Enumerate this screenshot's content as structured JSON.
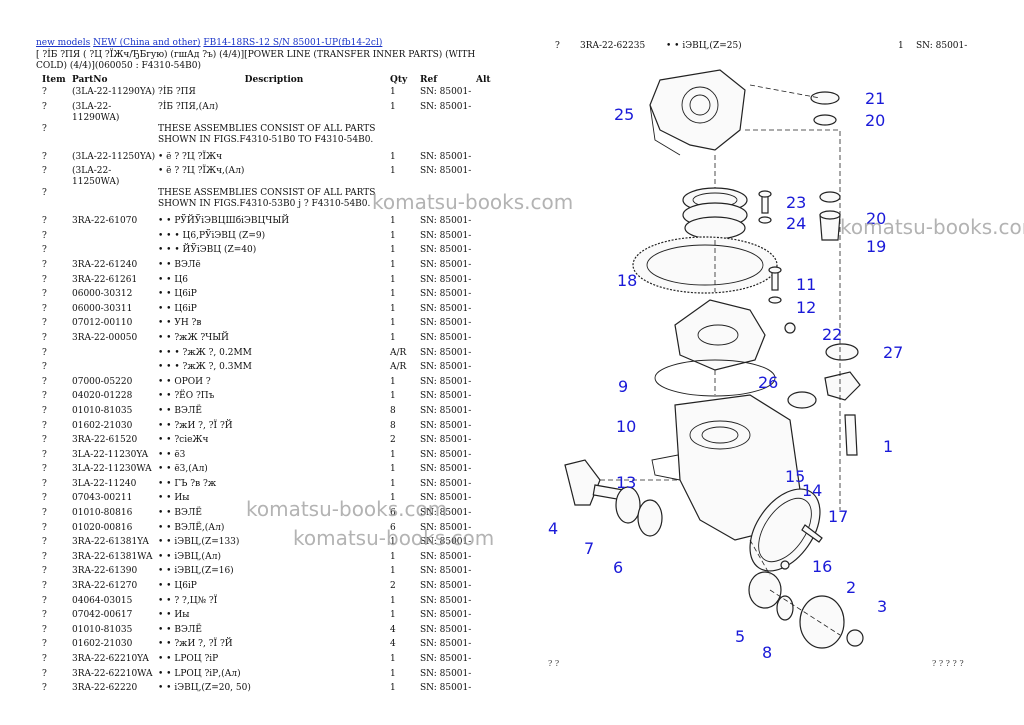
{
  "breadcrumb": {
    "link1": "new models",
    "link2": "NEW (China and other)",
    "link3": "FB14-18RS-12 S/N 85001-UP(fb14-2cl)"
  },
  "page_title": "[ ?İБ ?ПЯ ( ?Ц ?ЇЖч/ЂБгую) (гшАд ?ъ) (4/4)][POWER LINE (TRANSFER INNER PARTS) (WITH COLD) (4/4)](060050 : F4310-54B0)",
  "table": {
    "headers": [
      "Item",
      "PartNo",
      "Description",
      "Qty",
      "Ref",
      "Alt"
    ],
    "rows": [
      {
        "item": "?",
        "part": "(3LA-22-11290YA)",
        "desc": "?İБ ?ПЯ",
        "qty": "1",
        "ref": "SN: 85001-",
        "alt": ""
      },
      {
        "item": "?",
        "part": "(3LA-22-11290WA)",
        "desc": "?İБ ?ПЯ,(Ал)",
        "qty": "1",
        "ref": "SN: 85001-",
        "alt": ""
      },
      {
        "item": "?",
        "part": "",
        "desc": "THESE ASSEMBLIES CONSIST OF ALL PARTS SHOWN IN FIGS.F4310-51B0 TO F4310-54B0.",
        "qty": "",
        "ref": "",
        "alt": "",
        "tall": true
      },
      {
        "item": "?",
        "part": "(3LA-22-11250YA)",
        "desc": "• ё ? ?Ц ?ЇЖч",
        "qty": "1",
        "ref": "SN: 85001-",
        "alt": ""
      },
      {
        "item": "?",
        "part": "(3LA-22-11250WA)",
        "desc": "• ё ? ?Ц ?ЇЖч,(Ал)",
        "qty": "1",
        "ref": "SN: 85001-",
        "alt": ""
      },
      {
        "item": "?",
        "part": "",
        "desc": "THESE ASSEMBLIES CONSIST OF ALL PARTS SHOWN IN FIGS.F4310-53B0 ј ? F4310-54B0.",
        "qty": "",
        "ref": "",
        "alt": "",
        "tall": true
      },
      {
        "item": "?",
        "part": "3RA-22-61070",
        "desc": "• • РЎЙЎіЭВЦШбіЭВЦЧЫЙ",
        "qty": "1",
        "ref": "SN: 85001-",
        "alt": ""
      },
      {
        "item": "?",
        "part": "",
        "desc": "• • • Ц6,РЎіЭВЦ (Z=9)",
        "qty": "1",
        "ref": "SN: 85001-",
        "alt": ""
      },
      {
        "item": "?",
        "part": "",
        "desc": "• • • ЙЎіЭВЦ (Z=40)",
        "qty": "1",
        "ref": "SN: 85001-",
        "alt": ""
      },
      {
        "item": "?",
        "part": "3RA-22-61240",
        "desc": "• • ВЭЛё",
        "qty": "1",
        "ref": "SN: 85001-",
        "alt": ""
      },
      {
        "item": "?",
        "part": "3RA-22-61261",
        "desc": "• • Ц6",
        "qty": "1",
        "ref": "SN: 85001-",
        "alt": ""
      },
      {
        "item": "?",
        "part": "06000-30312",
        "desc": "• • Ц6іР",
        "qty": "1",
        "ref": "SN: 85001-",
        "alt": ""
      },
      {
        "item": "?",
        "part": "06000-30311",
        "desc": "• • Ц6іР",
        "qty": "1",
        "ref": "SN: 85001-",
        "alt": ""
      },
      {
        "item": "?",
        "part": "07012-00110",
        "desc": "• • УН ?в",
        "qty": "1",
        "ref": "SN: 85001-",
        "alt": ""
      },
      {
        "item": "?",
        "part": "3RA-22-00050",
        "desc": "• • ?жЖ ?ЧЫЙ",
        "qty": "1",
        "ref": "SN: 85001-",
        "alt": ""
      },
      {
        "item": "?",
        "part": "",
        "desc": "• • • ?жЖ ?, 0.2MM",
        "qty": "A/R",
        "ref": "SN: 85001-",
        "alt": ""
      },
      {
        "item": "?",
        "part": "",
        "desc": "• • • ?жЖ ?, 0.3MM",
        "qty": "A/R",
        "ref": "SN: 85001-",
        "alt": ""
      },
      {
        "item": "?",
        "part": "07000-05220",
        "desc": "• • ОРОИ ?",
        "qty": "1",
        "ref": "SN: 85001-",
        "alt": ""
      },
      {
        "item": "?",
        "part": "04020-01228",
        "desc": "• • ?ЁО ?Пъ",
        "qty": "1",
        "ref": "SN: 85001-",
        "alt": ""
      },
      {
        "item": "?",
        "part": "01010-81035",
        "desc": "• • ВЭЛЁ",
        "qty": "8",
        "ref": "SN: 85001-",
        "alt": ""
      },
      {
        "item": "?",
        "part": "01602-21030",
        "desc": "• • ?жИ ?, ?Ї ?Й",
        "qty": "8",
        "ref": "SN: 85001-",
        "alt": ""
      },
      {
        "item": "?",
        "part": "3RA-22-61520",
        "desc": "• • ?сіеЖч",
        "qty": "2",
        "ref": "SN: 85001-",
        "alt": ""
      },
      {
        "item": "?",
        "part": "3LA-22-11230YA",
        "desc": "• • ё3",
        "qty": "1",
        "ref": "SN: 85001-",
        "alt": ""
      },
      {
        "item": "?",
        "part": "3LA-22-11230WA",
        "desc": "• • ё3,(Ал)",
        "qty": "1",
        "ref": "SN: 85001-",
        "alt": ""
      },
      {
        "item": "?",
        "part": "3LA-22-11240",
        "desc": "• • ГЪ ?в ?ж",
        "qty": "1",
        "ref": "SN: 85001-",
        "alt": ""
      },
      {
        "item": "?",
        "part": "07043-00211",
        "desc": "• • Иы",
        "qty": "1",
        "ref": "SN: 85001-",
        "alt": ""
      },
      {
        "item": "?",
        "part": "01010-80816",
        "desc": "• • ВЭЛЁ",
        "qty": "6",
        "ref": "SN: 85001-",
        "alt": ""
      },
      {
        "item": "?",
        "part": "01020-00816",
        "desc": "• • ВЭЛЁ,(Ал)",
        "qty": "6",
        "ref": "SN: 85001-",
        "alt": ""
      },
      {
        "item": "?",
        "part": "3RA-22-61381YA",
        "desc": "• • іЭВЦ,(Z=133)",
        "qty": "1",
        "ref": "SN: 85001-",
        "alt": ""
      },
      {
        "item": "?",
        "part": "3RA-22-61381WA",
        "desc": "• • іЭВЦ,(Ал)",
        "qty": "1",
        "ref": "SN: 85001-",
        "alt": ""
      },
      {
        "item": "?",
        "part": "3RA-22-61390",
        "desc": "• • іЭВЦ,(Z=16)",
        "qty": "1",
        "ref": "SN: 85001-",
        "alt": ""
      },
      {
        "item": "?",
        "part": "3RA-22-61270",
        "desc": "• • Ц6іР",
        "qty": "2",
        "ref": "SN: 85001-",
        "alt": ""
      },
      {
        "item": "?",
        "part": "04064-03015",
        "desc": "• • ? ?,Ц№ ?Ї",
        "qty": "1",
        "ref": "SN: 85001-",
        "alt": ""
      },
      {
        "item": "?",
        "part": "07042-00617",
        "desc": "• • Иы",
        "qty": "1",
        "ref": "SN: 85001-",
        "alt": ""
      },
      {
        "item": "?",
        "part": "01010-81035",
        "desc": "• • ВЭЛЁ",
        "qty": "4",
        "ref": "SN: 85001-",
        "alt": ""
      },
      {
        "item": "?",
        "part": "01602-21030",
        "desc": "• • ?жИ ?, ?Ї ?Й",
        "qty": "4",
        "ref": "SN: 85001-",
        "alt": ""
      },
      {
        "item": "?",
        "part": "3RA-22-62210YA",
        "desc": "• • LРОЦ ?іР",
        "qty": "1",
        "ref": "SN: 85001-",
        "alt": ""
      },
      {
        "item": "?",
        "part": "3RA-22-62210WA",
        "desc": "• • LРОЦ ?іР,(Ал)",
        "qty": "1",
        "ref": "SN: 85001-",
        "alt": ""
      },
      {
        "item": "?",
        "part": "3RA-22-62220",
        "desc": "• • іЭВЦ,(Z=20, 50)",
        "qty": "1",
        "ref": "SN: 85001-",
        "alt": ""
      }
    ]
  },
  "right_top": {
    "item": "?",
    "part": "3RA-22-62235",
    "desc": "• • іЭВЦ,(Z=25)",
    "qty": "1",
    "ref": "SN: 85001-"
  },
  "diagram_labels": [
    "25",
    "21",
    "20",
    "23",
    "24",
    "20",
    "19",
    "18",
    "11",
    "12",
    "22",
    "27",
    "9",
    "26",
    "10",
    "1",
    "13",
    "15",
    "14",
    "17",
    "4",
    "7",
    "6",
    "16",
    "2",
    "3",
    "5",
    "8"
  ],
  "footer": {
    "left": "? ?",
    "right": "? ? ? ? ?"
  },
  "watermark": "komatsu-books.com",
  "accent_colors": {
    "link": "#1a34c8",
    "callout": "#1a1ad8"
  }
}
